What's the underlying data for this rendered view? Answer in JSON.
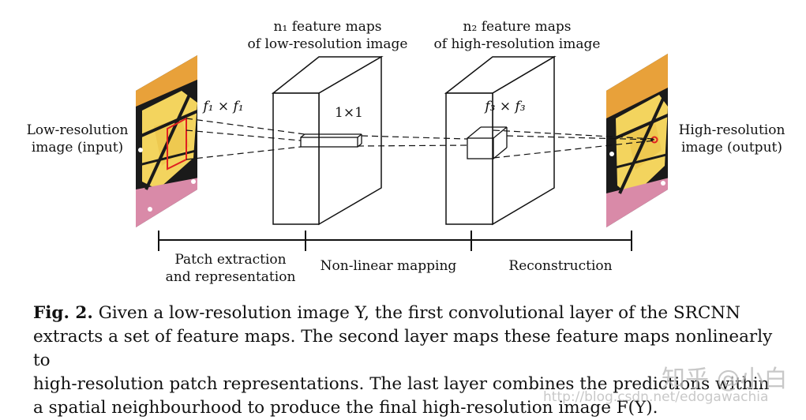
{
  "labels": {
    "input": [
      "Low-resolution",
      "image (input)"
    ],
    "output": [
      "High-resolution",
      "image (output)"
    ],
    "n1": [
      "n₁ feature maps",
      "of low-resolution image"
    ],
    "n2": [
      "n₂ feature maps",
      "of high-resolution image"
    ],
    "f1": "f₁ × f₁",
    "k1": "1×1",
    "f3": "f₃ × f₃"
  },
  "stages": {
    "patch": [
      "Patch extraction",
      "and representation"
    ],
    "mapping": "Non-linear mapping",
    "reconstruction": "Reconstruction"
  },
  "caption": {
    "fig_label": "Fig. 2.",
    "lines": [
      "Given a low-resolution image Y, the first convolutional layer of the SRCNN",
      "extracts a set of feature maps. The second layer maps these feature maps nonlinearly to",
      "high-resolution patch representations. The last layer combines the predictions within",
      "a spatial neighbourhood to produce the final high-resolution image F(Y)."
    ]
  },
  "watermark": {
    "brand": "知乎 @小白",
    "url": "http://blog.csdn.net/edogawachia"
  },
  "colors": {
    "line": "#111111",
    "highlight": "#e02020",
    "butterfly_orange": "#e8a13a",
    "butterfly_yellow": "#f3d45e",
    "butterfly_black": "#1a1a1a",
    "butterfly_pink": "#d98aa8"
  }
}
